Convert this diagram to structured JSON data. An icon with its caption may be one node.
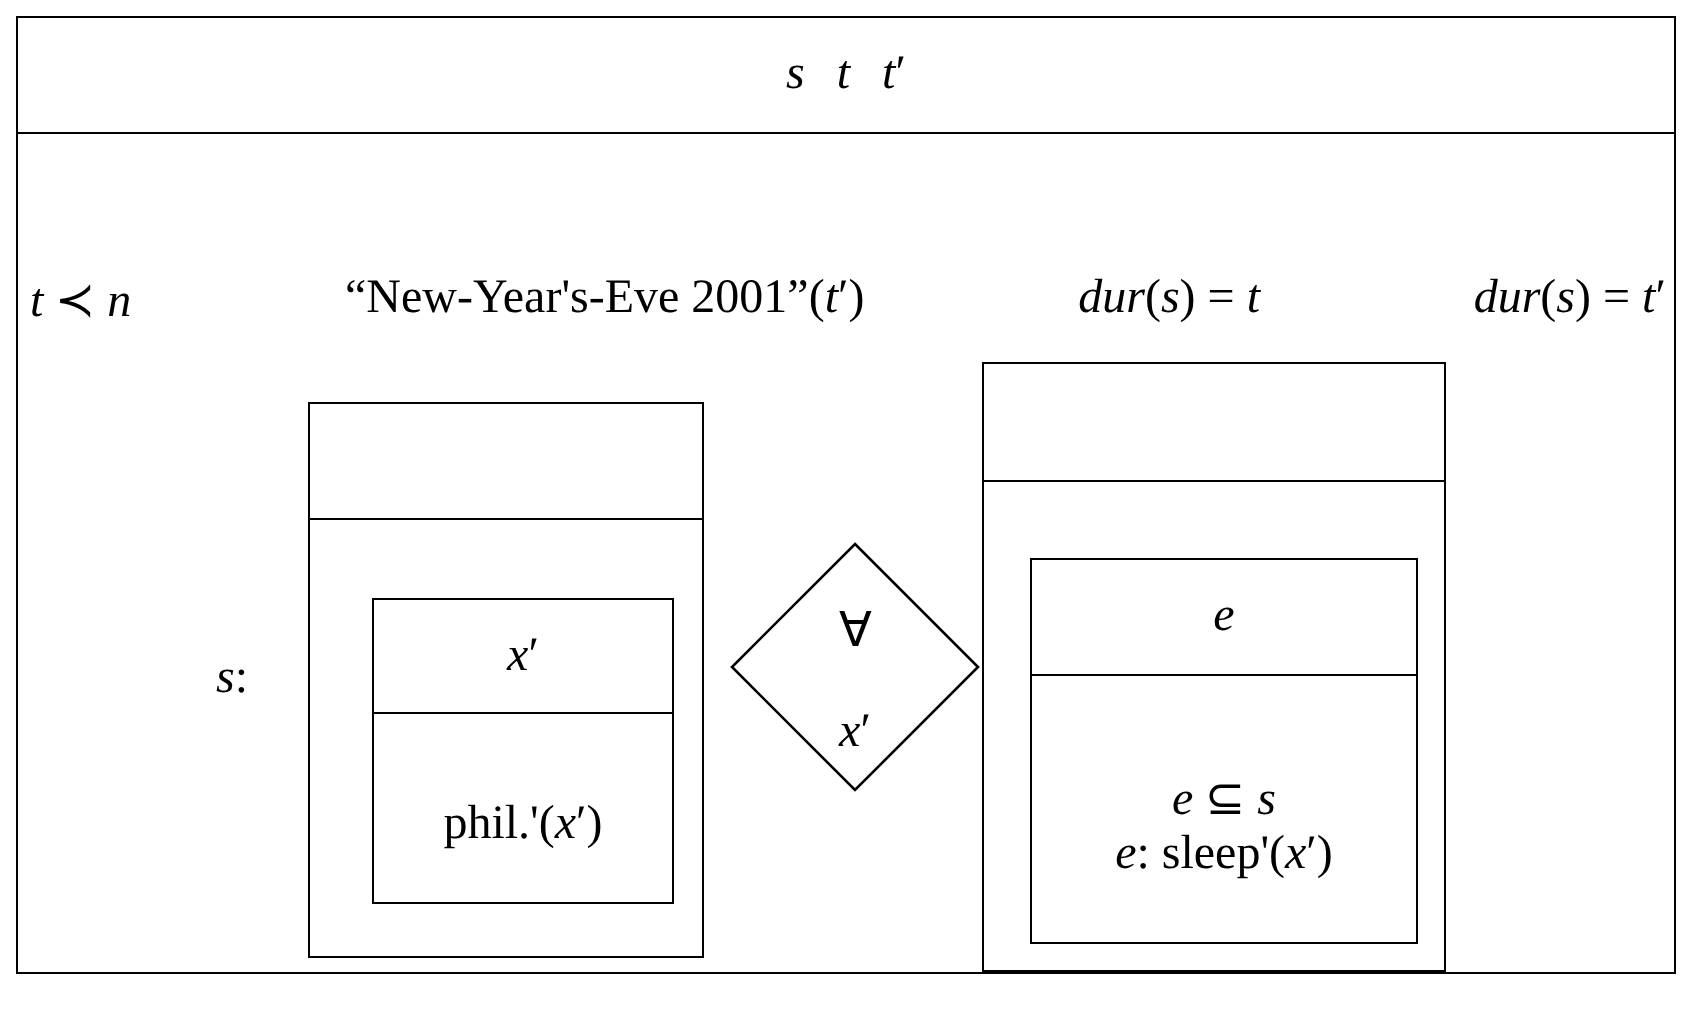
{
  "diagram": {
    "nodes": [
      {
        "text": [
          "*s* *t* *t*′",
          "*t* ≺ *n*",
          "“New-Year's-Eve 2001”(*t*′)",
          "*dur*(*s*) = *t*",
          "*dur*(*s*) = *t*′"
        ]
      },
      {
        "text": [],
        "shape": "box",
        "in": 0,
        "beside": [
          "*s*:"
        ]
      },
      {
        "text": [
          "*x*′",
          "phil.'(*x*′)"
        ],
        "in": 1
      },
      {
        "text": [
          "∀",
          "*x*′"
        ],
        "in": 0
      },
      {
        "text": [],
        "shape": "box",
        "in": 0
      },
      {
        "text": [
          "*e*",
          "*e* ⊆ *s*",
          "*e*: sleep'(*x*′)"
        ],
        "in": 4
      }
    ]
  }
}
